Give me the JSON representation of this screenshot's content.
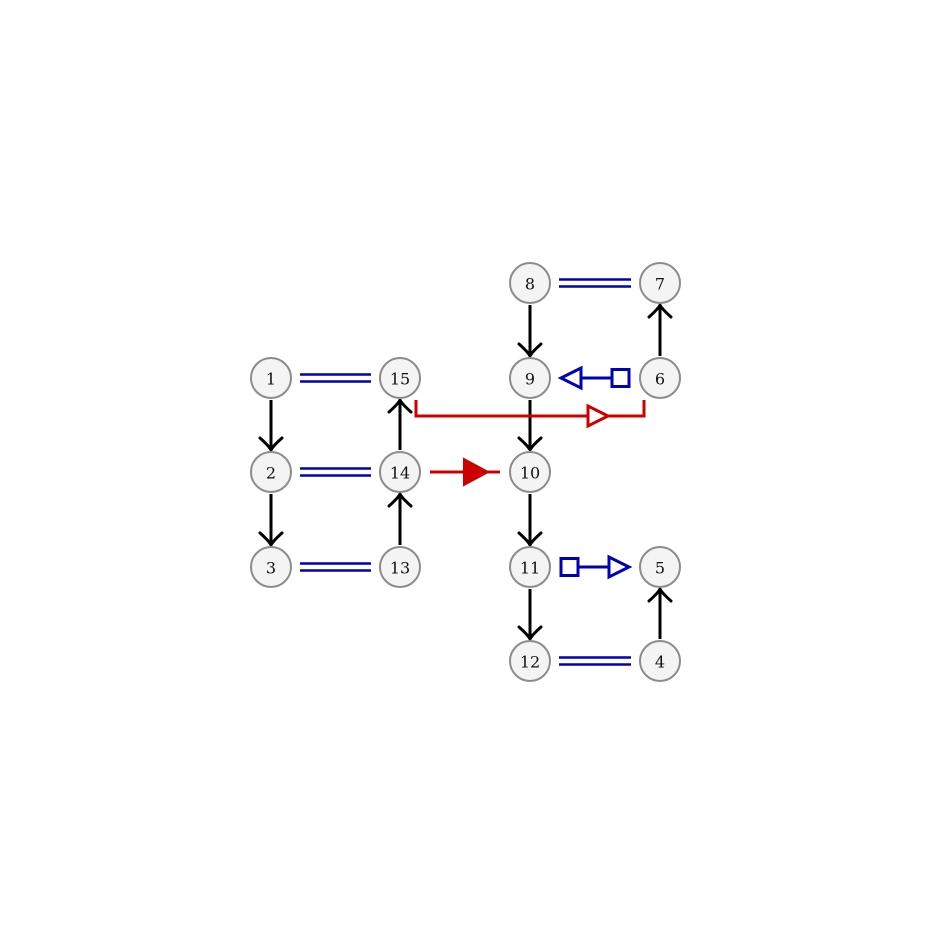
{
  "nodes": [
    {
      "id": "1",
      "label": "1"
    },
    {
      "id": "2",
      "label": "2"
    },
    {
      "id": "3",
      "label": "3"
    },
    {
      "id": "4",
      "label": "4"
    },
    {
      "id": "5",
      "label": "5"
    },
    {
      "id": "6",
      "label": "6"
    },
    {
      "id": "7",
      "label": "7"
    },
    {
      "id": "8",
      "label": "8"
    },
    {
      "id": "9",
      "label": "9"
    },
    {
      "id": "10",
      "label": "10"
    },
    {
      "id": "11",
      "label": "11"
    },
    {
      "id": "12",
      "label": "12"
    },
    {
      "id": "13",
      "label": "13"
    },
    {
      "id": "14",
      "label": "14"
    },
    {
      "id": "15",
      "label": "15"
    }
  ],
  "edges": [
    {
      "from": "1",
      "to": "2",
      "style": "black-arrow"
    },
    {
      "from": "2",
      "to": "3",
      "style": "black-arrow"
    },
    {
      "from": "13",
      "to": "14",
      "style": "black-arrow"
    },
    {
      "from": "14",
      "to": "15",
      "style": "black-arrow"
    },
    {
      "from": "8",
      "to": "9",
      "style": "black-arrow"
    },
    {
      "from": "9",
      "to": "10",
      "style": "black-arrow"
    },
    {
      "from": "10",
      "to": "11",
      "style": "black-arrow"
    },
    {
      "from": "11",
      "to": "12",
      "style": "black-arrow"
    },
    {
      "from": "6",
      "to": "7",
      "style": "black-arrow"
    },
    {
      "from": "4",
      "to": "5",
      "style": "black-arrow"
    },
    {
      "from": "1",
      "to": "15",
      "style": "blue-double-line"
    },
    {
      "from": "2",
      "to": "14",
      "style": "blue-double-line"
    },
    {
      "from": "3",
      "to": "13",
      "style": "blue-double-line"
    },
    {
      "from": "8",
      "to": "7",
      "style": "blue-double-line"
    },
    {
      "from": "12",
      "to": "4",
      "style": "blue-double-line"
    },
    {
      "from": "6",
      "to": "9",
      "style": "blue-square-to-open-triangle"
    },
    {
      "from": "11",
      "to": "5",
      "style": "blue-square-to-open-triangle"
    },
    {
      "from": "14",
      "to": "10",
      "style": "red-filled-triangle"
    },
    {
      "from": "15",
      "to": "6",
      "style": "red-bracket-open-triangle"
    }
  ],
  "colors": {
    "node_fill": "#f4f4f4",
    "node_stroke": "#8c8c8c",
    "black": "#000000",
    "blue": "#0000b4",
    "red": "#cc0000"
  }
}
